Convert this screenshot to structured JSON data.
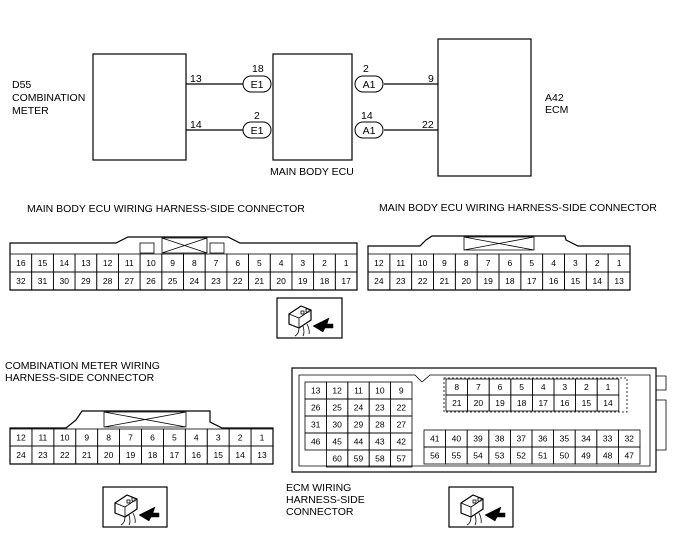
{
  "schematic": {
    "d55": {
      "lines": [
        "D55",
        "COMBINATION",
        "METER"
      ]
    },
    "a42": {
      "lines": [
        "A42",
        "ECM"
      ]
    },
    "main_ecu_label": "MAIN BODY ECU",
    "wires": [
      {
        "meter_pin": "13",
        "body_pin": "18",
        "body_conn": "E1",
        "ecu_pin": "2",
        "ecu_conn": "A1",
        "ecm_pin": "9"
      },
      {
        "meter_pin": "14",
        "body_pin": "2",
        "body_conn": "E1",
        "ecu_pin": "14",
        "ecu_conn": "A1",
        "ecm_pin": "22"
      }
    ]
  },
  "connectors": {
    "e1": {
      "title": "MAIN BODY ECU WIRING HARNESS-SIDE CONNECTOR",
      "top": [
        "16",
        "15",
        "14",
        "13",
        "12",
        "11",
        "10",
        "9",
        "8",
        "7",
        "6",
        "5",
        "4",
        "3",
        "2",
        "1"
      ],
      "bottom": [
        "32",
        "31",
        "30",
        "29",
        "28",
        "27",
        "26",
        "25",
        "24",
        "23",
        "22",
        "21",
        "20",
        "19",
        "18",
        "17"
      ]
    },
    "a1": {
      "title": "MAIN BODY ECU WIRING HARNESS-SIDE CONNECTOR",
      "top": [
        "12",
        "11",
        "10",
        "9",
        "8",
        "7",
        "6",
        "5",
        "4",
        "3",
        "2",
        "1"
      ],
      "bottom": [
        "24",
        "23",
        "22",
        "21",
        "20",
        "19",
        "18",
        "17",
        "16",
        "15",
        "14",
        "13"
      ]
    },
    "d55": {
      "title_lines": [
        "COMBINATION METER WIRING",
        "HARNESS-SIDE CONNECTOR"
      ],
      "top": [
        "12",
        "11",
        "10",
        "9",
        "8",
        "7",
        "6",
        "5",
        "4",
        "3",
        "2",
        "1"
      ],
      "bottom": [
        "24",
        "23",
        "22",
        "21",
        "20",
        "19",
        "18",
        "17",
        "16",
        "15",
        "14",
        "13"
      ]
    },
    "a42": {
      "title_lines": [
        "ECM WIRING",
        "HARNESS-SIDE",
        "CONNECTOR"
      ],
      "left_rows": [
        [
          "13",
          "12",
          "11",
          "10",
          "9"
        ],
        [
          "26",
          "25",
          "24",
          "23",
          "22"
        ],
        [
          "31",
          "30",
          "29",
          "28",
          "27"
        ],
        [
          "46",
          "45",
          "44",
          "43",
          "42"
        ],
        [
          "",
          "60",
          "59",
          "58",
          "57"
        ]
      ],
      "inner_top": [
        "8",
        "7",
        "6",
        "5",
        "4",
        "3",
        "2",
        "1"
      ],
      "inner_bottom": [
        "21",
        "20",
        "19",
        "18",
        "17",
        "16",
        "15",
        "14"
      ],
      "right_top": [
        "41",
        "40",
        "39",
        "38",
        "37",
        "36",
        "35",
        "34",
        "33",
        "32"
      ],
      "right_bottom": [
        "56",
        "55",
        "54",
        "53",
        "52",
        "51",
        "50",
        "49",
        "48",
        "47"
      ]
    }
  }
}
